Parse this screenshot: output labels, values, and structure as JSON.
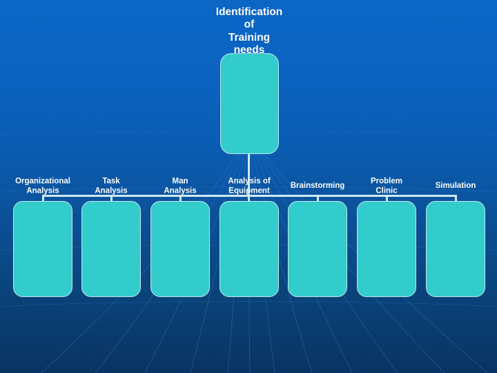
{
  "slide": {
    "title": "Identification of Training needs",
    "diagram_type": "organizational-tree",
    "background": {
      "gradient_top": "#0b66c6",
      "gradient_bottom": "#093362",
      "decor": "radiating-meridian-lines"
    },
    "node_colors": {
      "fill": "#33cccc",
      "border": "#bfe9ef",
      "text": "#ffffff",
      "connector": "#cfeaf2"
    }
  },
  "root": {
    "label": "Identification\nof\nTraining\nneeds",
    "line1": "Identification",
    "line2": "of",
    "line3": "Training",
    "line4": "needs"
  },
  "children": [
    {
      "id": "organizational-analysis",
      "line1": "Organizational",
      "line2": "Analysis"
    },
    {
      "id": "task-analysis",
      "line1": "Task",
      "line2": "Analysis"
    },
    {
      "id": "man-analysis",
      "line1": "Man",
      "line2": "Analysis"
    },
    {
      "id": "analysis-of-equipment",
      "line1": "Analysis of",
      "line2": "Equipment"
    },
    {
      "id": "brainstorming",
      "line1": "Brainstorming",
      "line2": ""
    },
    {
      "id": "problem-clinic",
      "line1": "Problem",
      "line2": "Clinic"
    },
    {
      "id": "simulation",
      "line1": "Simulation",
      "line2": ""
    }
  ]
}
